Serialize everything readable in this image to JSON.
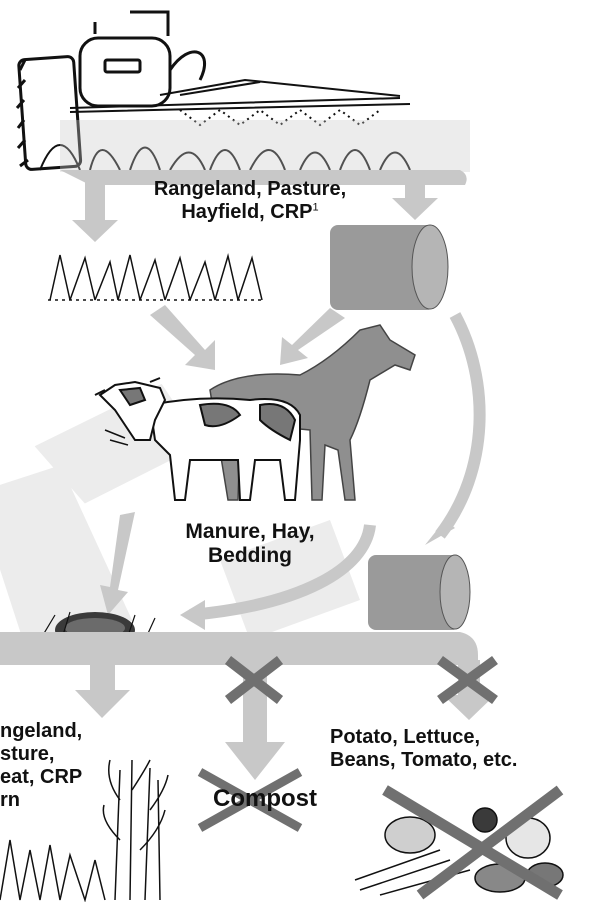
{
  "labels": {
    "top_line1": "Rangeland, Pasture,",
    "top_line2": "Hayfield, CRP",
    "top_footnote": "1",
    "middle_line1": "Manure, Hay,",
    "middle_line2": "Bedding",
    "left_line1": "ngeland,",
    "left_line2": "sture,",
    "left_line3": "eat, CRP",
    "left_line4": "rn",
    "right_line1": "Potato, Lettuce,",
    "right_line2": "Beans, Tomato, etc.",
    "compost": "Compost"
  },
  "colors": {
    "arrow": "#c8c8c8",
    "cross": "#707070",
    "ink": "#111111",
    "watermark": "#ececec"
  }
}
